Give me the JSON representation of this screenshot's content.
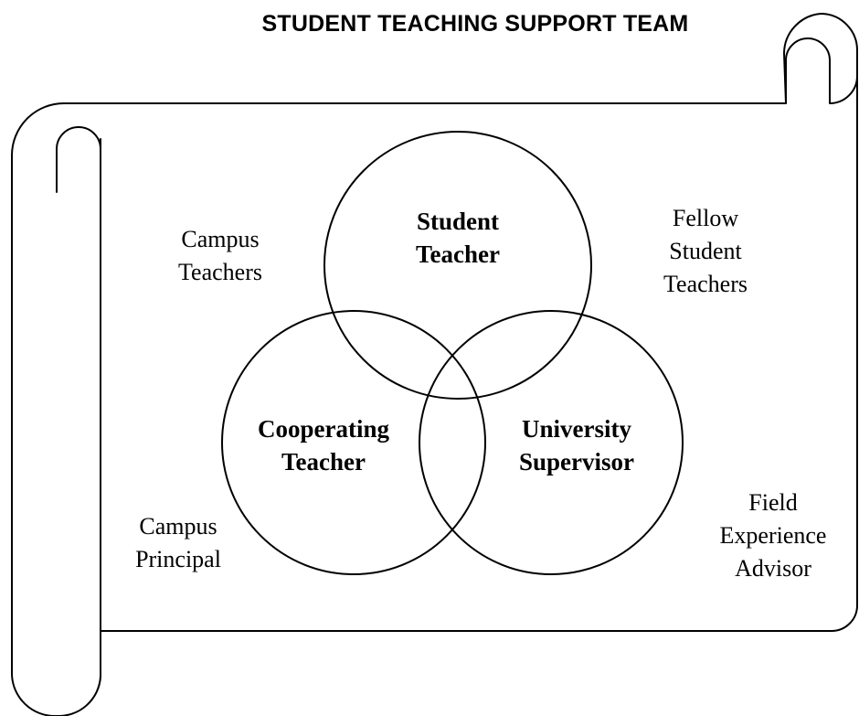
{
  "title": "STUDENT TEACHING SUPPORT TEAM",
  "circles": [
    {
      "id": "student-teacher",
      "lines": [
        "Student",
        "Teacher"
      ]
    },
    {
      "id": "cooperating-teacher",
      "lines": [
        "Cooperating",
        "Teacher"
      ]
    },
    {
      "id": "university-supervisor",
      "lines": [
        "University",
        "Supervisor"
      ]
    }
  ],
  "outer_labels": {
    "campus_teachers": [
      "Campus",
      "Teachers"
    ],
    "fellow_student_teachers": [
      "Fellow",
      "Student",
      "Teachers"
    ],
    "campus_principal": [
      "Campus",
      "Principal"
    ],
    "field_experience_advisor": [
      "Field",
      "Experience",
      "Advisor"
    ]
  },
  "colors": {
    "stroke": "#000000",
    "background": "#ffffff"
  }
}
